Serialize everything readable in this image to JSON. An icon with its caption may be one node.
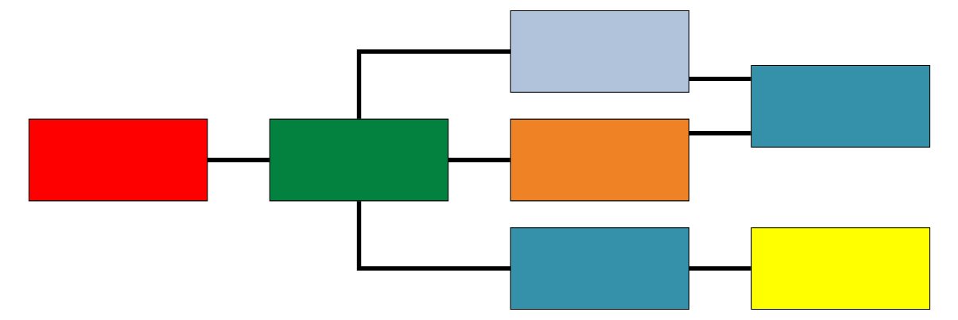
{
  "diagram": {
    "nodes": [
      {
        "text": [],
        "shape": "box"
      },
      {
        "text": [],
        "shape": "box"
      },
      {
        "text": [],
        "shape": "box"
      },
      {
        "text": [],
        "shape": "box"
      },
      {
        "text": [],
        "shape": "box"
      },
      {
        "text": [],
        "shape": "box"
      },
      {
        "text": [],
        "shape": "box"
      }
    ],
    "edges": [
      {
        "from": 0,
        "to": 1,
        "arrow": "none"
      },
      {
        "from": 1,
        "to": 2,
        "arrow": "none"
      },
      {
        "from": 1,
        "to": 3,
        "arrow": "none"
      },
      {
        "from": 1,
        "to": 4,
        "arrow": "none"
      },
      {
        "from": 2,
        "to": 5,
        "arrow": "none"
      },
      {
        "from": 3,
        "to": 5,
        "arrow": "none"
      },
      {
        "from": 4,
        "to": 6,
        "arrow": "none"
      }
    ]
  }
}
